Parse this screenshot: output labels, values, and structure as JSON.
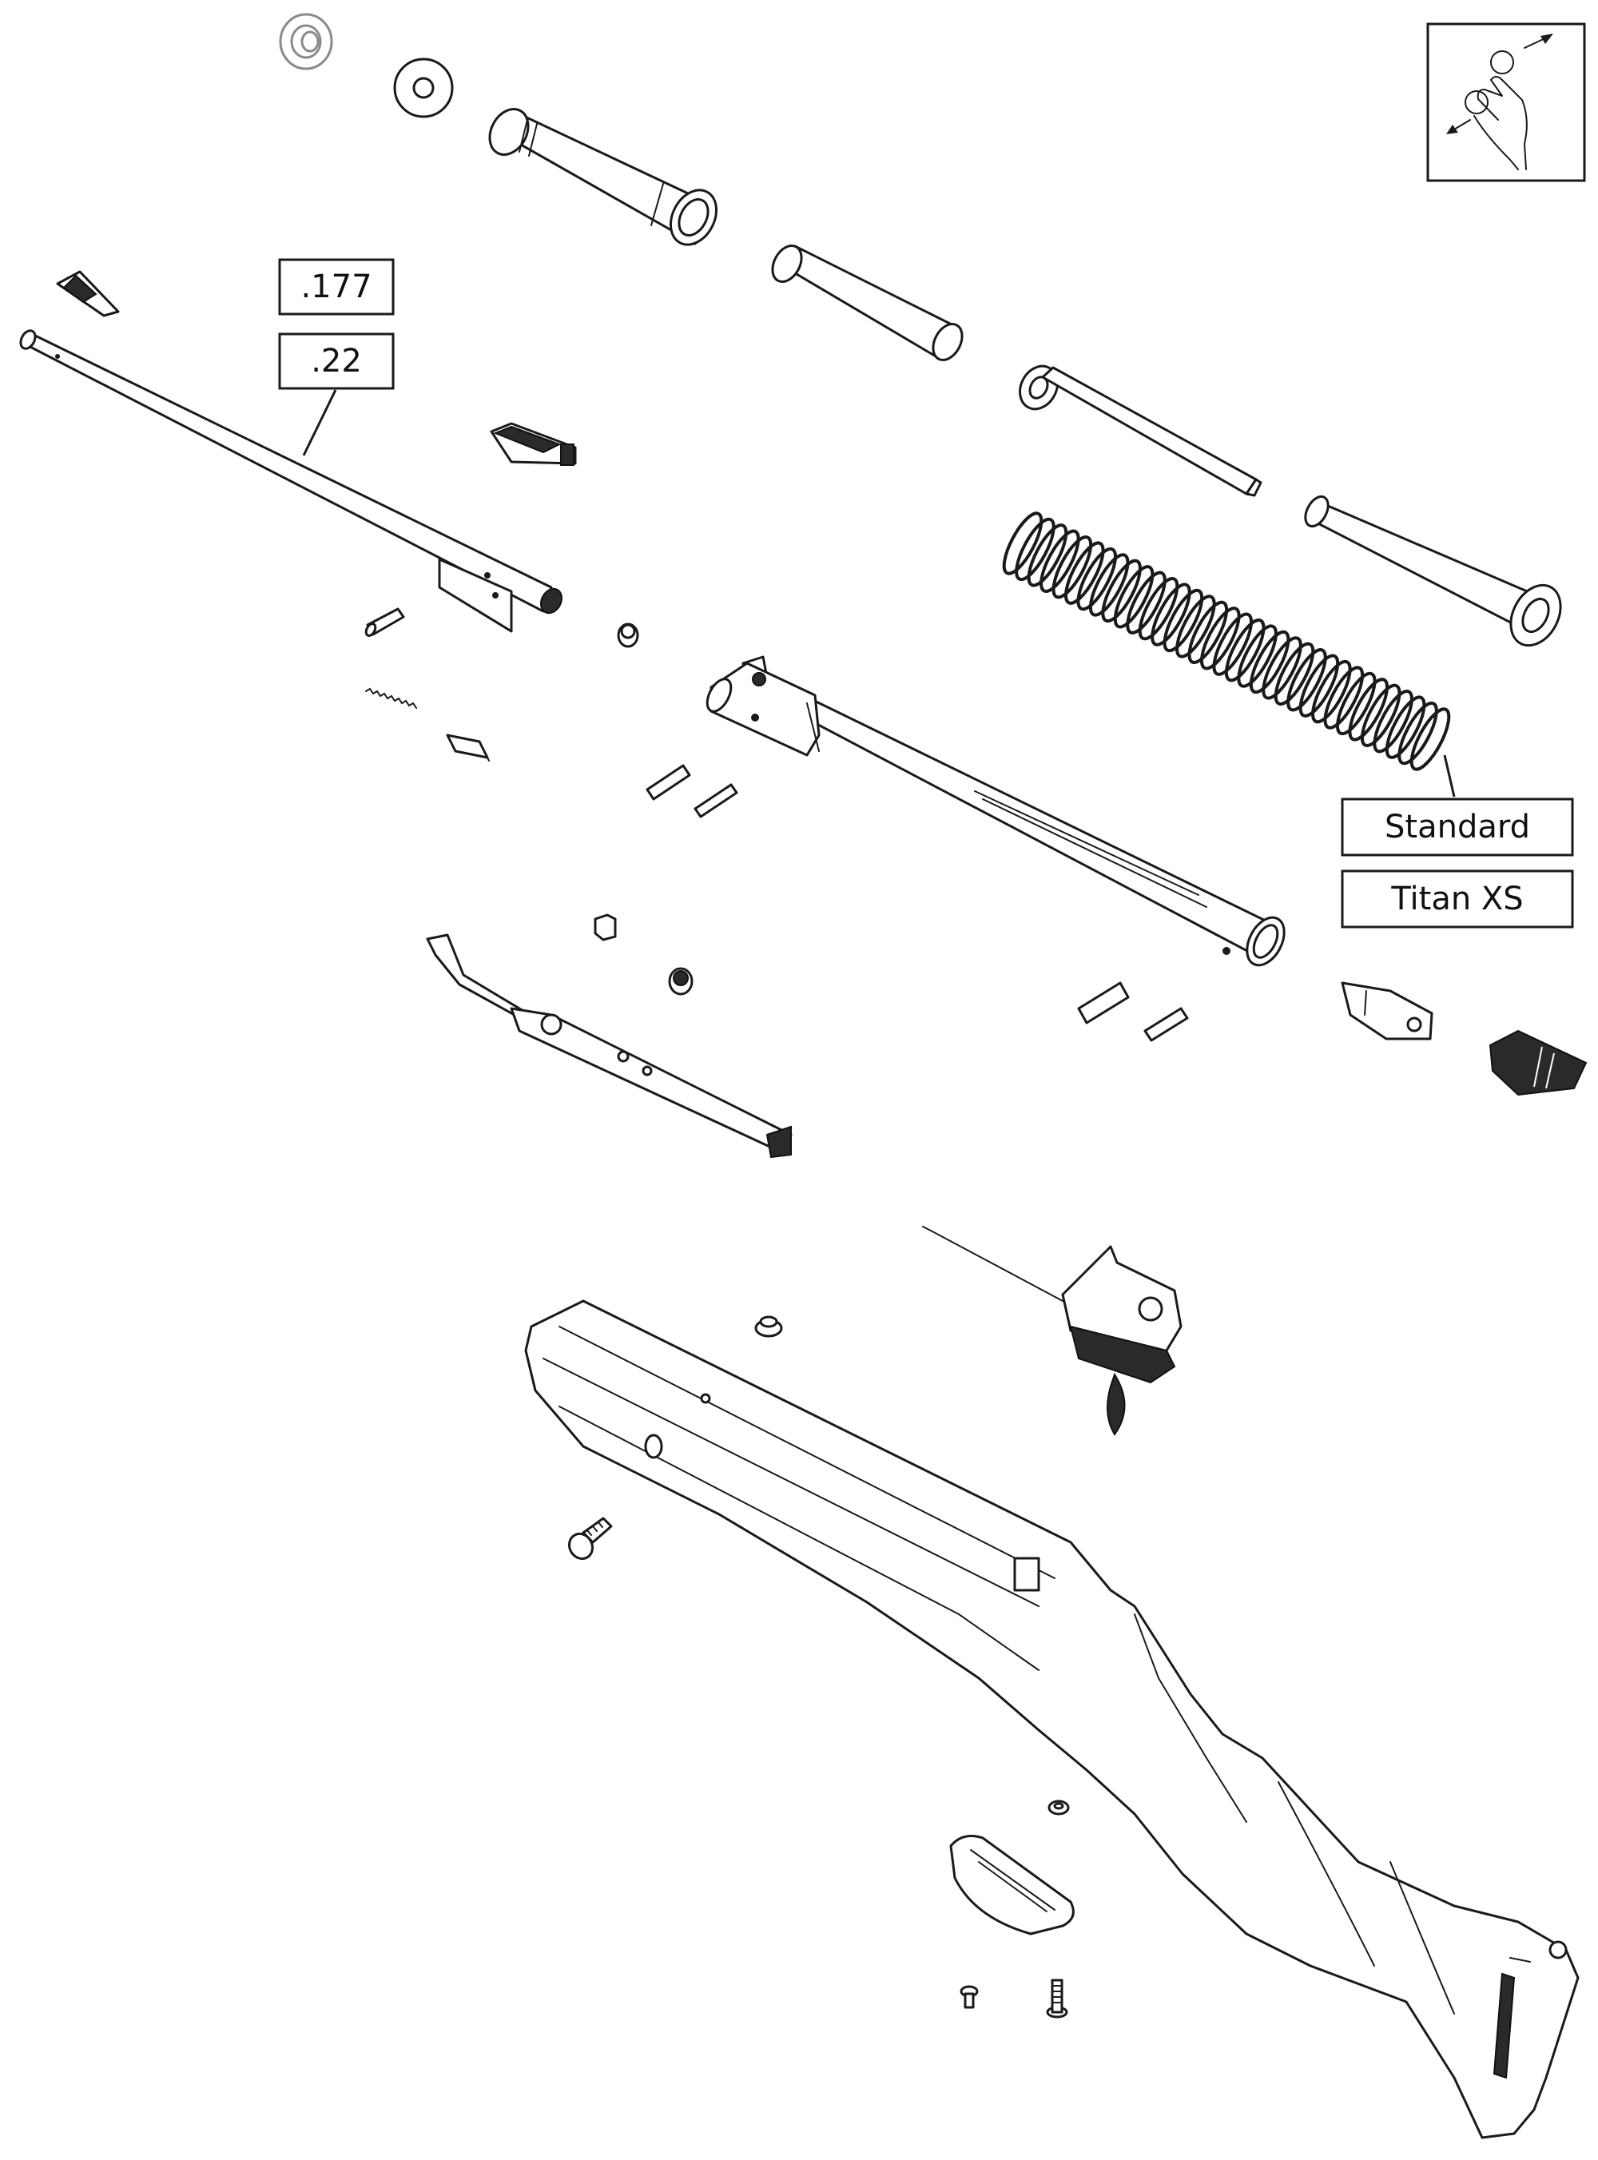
{
  "callouts": {
    "barrel_caliber": [
      ".177",
      ".22"
    ],
    "spring_type": [
      "Standard",
      "Titan XS"
    ]
  },
  "icons": {
    "zoom_hint": "pinch-zoom-icon"
  },
  "colors": {
    "line": "#1a1a1a",
    "background": "#ffffff"
  }
}
